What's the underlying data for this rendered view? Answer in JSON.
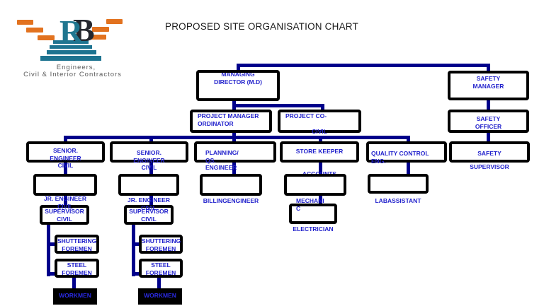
{
  "header": {
    "title": "PROPOSED SITE ORGANISATION CHART"
  },
  "logo": {
    "letter_r": "R",
    "letter_b": "B",
    "tagline_line1": "Engineers,",
    "tagline_line2": "Civil & Interior Contractors"
  },
  "colors": {
    "node_text_blue": "#2222cc",
    "connector_navy": "#00008b",
    "box_border_black": "#000000",
    "brick_orange": "#e2721f",
    "logo_teal": "#1d7390"
  },
  "chart": {
    "nodes": {
      "md": {
        "label": "MANAGING\nDIRECTOR (M.D)"
      },
      "safety_manager": {
        "label": "SAFETY\nMANAGER"
      },
      "project_manager": {
        "label": "PROJECT MANAGER\nORDINATOR"
      },
      "project_coordinator": {
        "label": "PROJECT CO-",
        "sub_label": "CIVIL"
      },
      "safety_officer": {
        "label": "SAFETY\nOFFICER"
      },
      "senior_engineer_1": {
        "label": "SENIOR.\nENGINEER\nCIVIL"
      },
      "senior_engineer_2": {
        "label": "SENIOR.\nENGINEER\nCIVIL"
      },
      "planning_qs": {
        "label": "PLANNING/\nQS.\nENGINEER"
      },
      "store_keeper": {
        "label": "STORE KEEPER",
        "sub_label": "ACCOUNTS"
      },
      "quality_control": {
        "label": "QUALITY CONTROL\nENG."
      },
      "safety_supervisor": {
        "label": "SAFETY",
        "sub_label": "SUPERVISOR"
      },
      "jr_engineer_1": {
        "label": "JR. ENGINEER\nCIVIL"
      },
      "jr_engineer_2": {
        "label": "JR. ENGINEER\nCIVIL"
      },
      "billing_engineer": {
        "label": "BILLINGENGINEER"
      },
      "mechanic": {
        "label": "MECHANI\nC"
      },
      "electrician": {
        "label": "ELECTRICIAN"
      },
      "lab_assistant": {
        "label": "LABASSISTANT"
      },
      "supervisor_civil_1": {
        "label": "SUPERVISOR\nCIVIL"
      },
      "supervisor_civil_2": {
        "label": "SUPERVISOR\nCIVIL"
      },
      "shuttering_foremen_1": {
        "label": "SHUTTERING\nFOREMEN"
      },
      "steel_foremen_1": {
        "label": "STEEL\nFOREMEN"
      },
      "shuttering_foremen_2": {
        "label": "SHUTTERING\nFOREMEN"
      },
      "steel_foremen_2": {
        "label": "STEEL\nFOREMEN"
      },
      "workmen_1": {
        "label": "WORKMEN"
      },
      "workmen_2": {
        "label": "WORKMEN"
      }
    }
  }
}
